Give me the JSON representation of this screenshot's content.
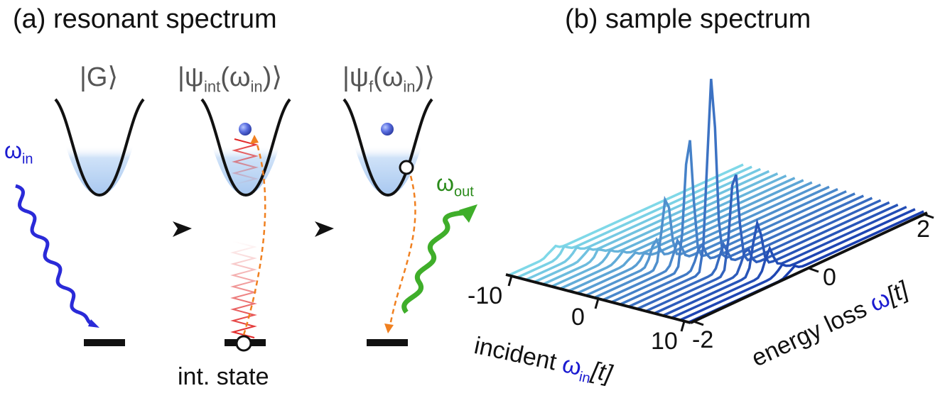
{
  "panel_a": {
    "title": "(a) resonant spectrum",
    "states": {
      "ground": "|G⟩",
      "intermediate_main": "|ψ",
      "intermediate_sub": "int",
      "intermediate_arg": "(ω",
      "intermediate_arg_sub": "in",
      "intermediate_close": ")⟩",
      "final_main": "|ψ",
      "final_sub": "f",
      "final_arg": "(ω",
      "final_arg_sub": "in",
      "final_close": ")⟩"
    },
    "omega_in": {
      "symbol": "ω",
      "sub": "in"
    },
    "omega_out": {
      "symbol": "ω",
      "sub": "out"
    },
    "int_state_label": "int. state"
  },
  "panel_b": {
    "title": "(b) sample spectrum",
    "axis_incident": {
      "label": "incident ",
      "symbol": "ω",
      "sub": "in",
      "unit": "[t]",
      "ticks": [
        "-10",
        "0",
        "10"
      ]
    },
    "axis_loss": {
      "label": "energy loss ",
      "symbol": "ω",
      "unit": "[t]",
      "ticks": [
        "2",
        "0",
        "-2"
      ]
    }
  },
  "colors": {
    "omega_in": "#1a1ad0",
    "omega_out": "#2a8a1a",
    "photon_out": "#3fae2a",
    "dashed": "#f08020",
    "spectrum_dark": "#1a3fb0",
    "spectrum_light": "#7fd8e8"
  }
}
